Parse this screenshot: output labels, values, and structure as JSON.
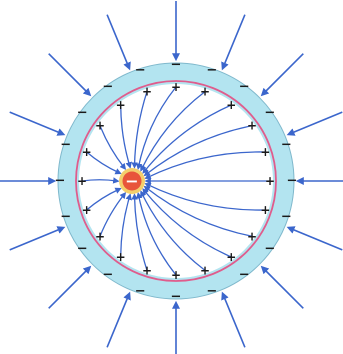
{
  "colors": {
    "shell_fill": "#b3e4f0",
    "shell_outline": "#7fb8cc",
    "inner_surface": "#e05c8c",
    "field_line": "#3b66cc",
    "point_charge_fill": "#e8553a",
    "point_charge_ring": "#f3cf6c",
    "sign": "#1a1a1a",
    "background": "#ffffff"
  },
  "point_charge": {
    "sign": "−"
  },
  "outer_surface_charge": {
    "sign": "−",
    "count": 20
  },
  "inner_surface_charge": {
    "sign": "+",
    "count": 20
  },
  "external_field_lines": {
    "count": 16,
    "direction": "inward"
  },
  "internal_field_lines": {
    "count": 20,
    "direction": "toward-point-charge"
  }
}
